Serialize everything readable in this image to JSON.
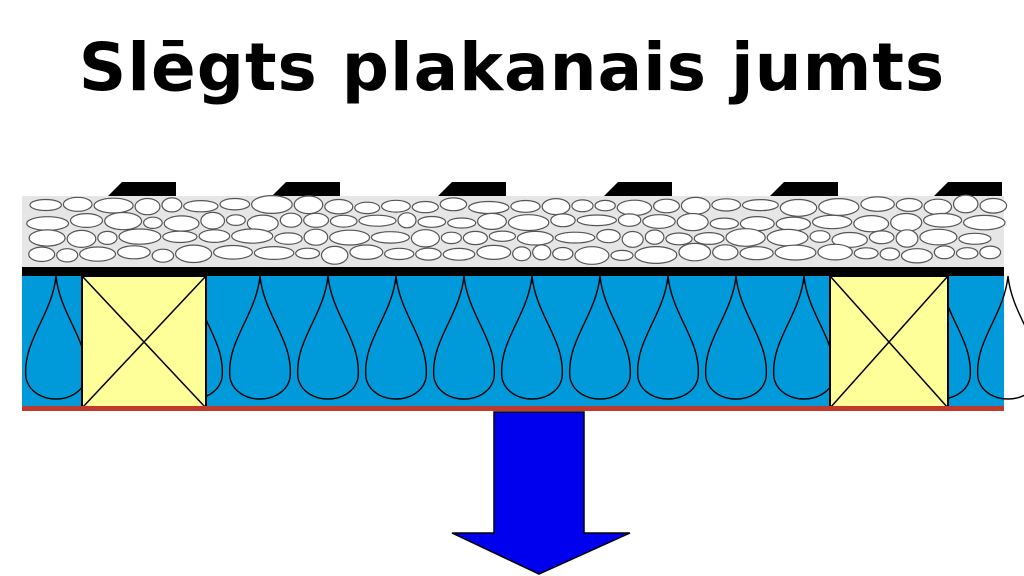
{
  "title": "Slēgts plakanais jumts",
  "colors": {
    "insulation": "#0099d9",
    "timber": "#ffff99",
    "membrane": "#000000",
    "vapour_barrier": "#c0392b",
    "arrow": "#0000ee",
    "gravel": "#e6e6e6",
    "gravel_stroke": "#555555",
    "caps": "#000000"
  },
  "layers": [
    {
      "id": "gravel-ballast"
    },
    {
      "id": "waterproof-membrane"
    },
    {
      "id": "insulation-with-joists"
    },
    {
      "id": "vapour-barrier"
    }
  ],
  "arrow": {
    "direction": "down"
  }
}
